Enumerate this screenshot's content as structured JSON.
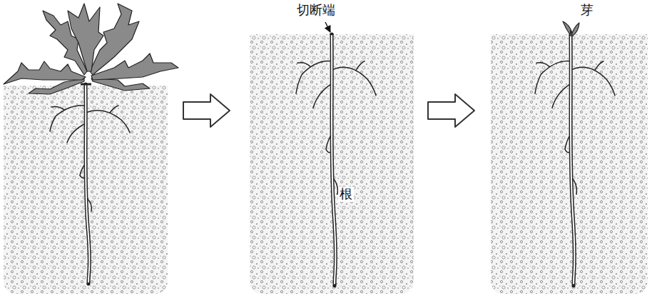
{
  "diagram": {
    "labels": [
      "切断端",
      "根",
      "芽"
    ]
  }
}
